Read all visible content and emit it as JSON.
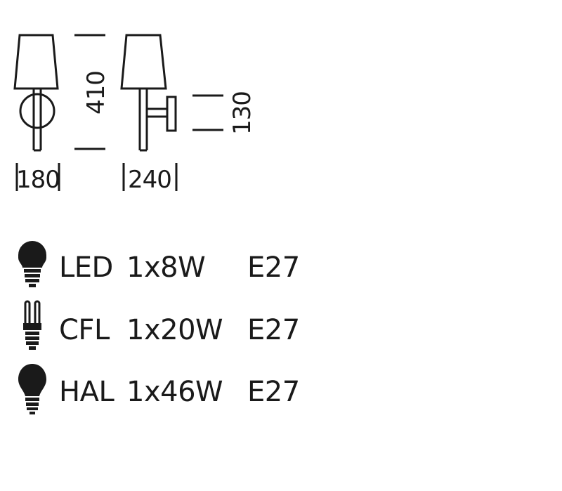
{
  "dimensions": {
    "width_front": "180",
    "width_side": "240",
    "height_total": "410",
    "height_mount": "130"
  },
  "lamp_specs": [
    {
      "icon": "led-bulb-icon",
      "type": "LED",
      "power": "1x8W",
      "socket": "E27"
    },
    {
      "icon": "cfl-bulb-icon",
      "type": "CFL",
      "power": "1x20W",
      "socket": "E27"
    },
    {
      "icon": "halogen-bulb-icon",
      "type": "HAL",
      "power": "1x46W",
      "socket": "E27"
    }
  ],
  "colors": {
    "line": "#1a1a1a",
    "background": "#ffffff"
  }
}
